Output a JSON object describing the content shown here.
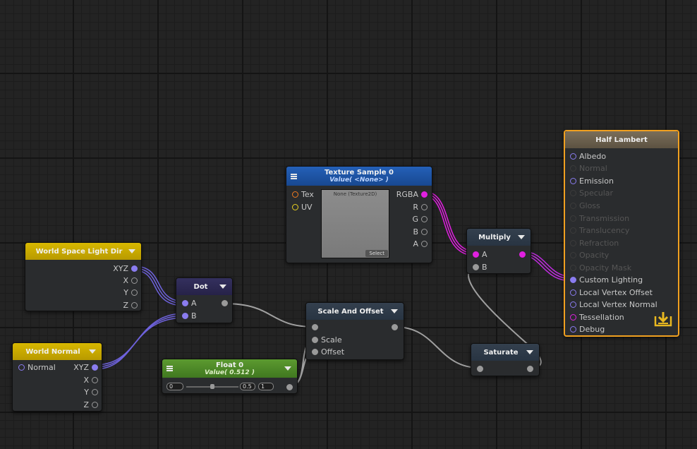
{
  "nodes": {
    "world_light": {
      "title": "World Space Light Dir",
      "outputs": [
        "XYZ",
        "X",
        "Y",
        "Z"
      ]
    },
    "world_normal": {
      "title": "World Normal",
      "input": "Normal",
      "outputs": [
        "XYZ",
        "X",
        "Y",
        "Z"
      ]
    },
    "dot": {
      "title": "Dot",
      "inputs": [
        "A",
        "B"
      ]
    },
    "float0": {
      "title": "Float 0",
      "subtitle": "Value( 0.512 )",
      "min": "0",
      "max": "1",
      "value": "0.5"
    },
    "texture": {
      "title": "Texture Sample 0",
      "subtitle": "Value( <None> )",
      "inputs": [
        "Tex",
        "UV"
      ],
      "outputs": [
        "RGBA",
        "R",
        "G",
        "B",
        "A"
      ],
      "preview_label": "None (Texture2D)",
      "select_label": "Select"
    },
    "scale_offset": {
      "title": "Scale And Offset",
      "inputs": [
        "Scale",
        "Offset"
      ]
    },
    "multiply": {
      "title": "Multiply",
      "inputs": [
        "A",
        "B"
      ]
    },
    "saturate": {
      "title": "Saturate"
    },
    "half_lambert": {
      "title": "Half Lambert",
      "inputs": [
        "Albedo",
        "Normal",
        "Emission",
        "Specular",
        "Gloss",
        "Transmission",
        "Translucency",
        "Refraction",
        "Opacity",
        "Opacity Mask",
        "Custom Lighting",
        "Local Vertex Offset",
        "Local Vertex Normal",
        "Tessellation",
        "Debug"
      ]
    }
  },
  "colors": {
    "canvas": "#232323",
    "header_yellow": "#c8a800",
    "header_purple": "#2e2a52",
    "header_blue": "#1c4f9c",
    "header_green": "#4e8a28",
    "header_gray": "#2c3a48",
    "header_output": "#6e6250",
    "selection": "#f0a020",
    "wire_vector": "#7c70e8",
    "wire_color": "#e020e0",
    "wire_float": "#a0a0a0"
  },
  "icons": [
    "menu-icon",
    "dropdown-arrow-icon",
    "save-output-icon"
  ]
}
